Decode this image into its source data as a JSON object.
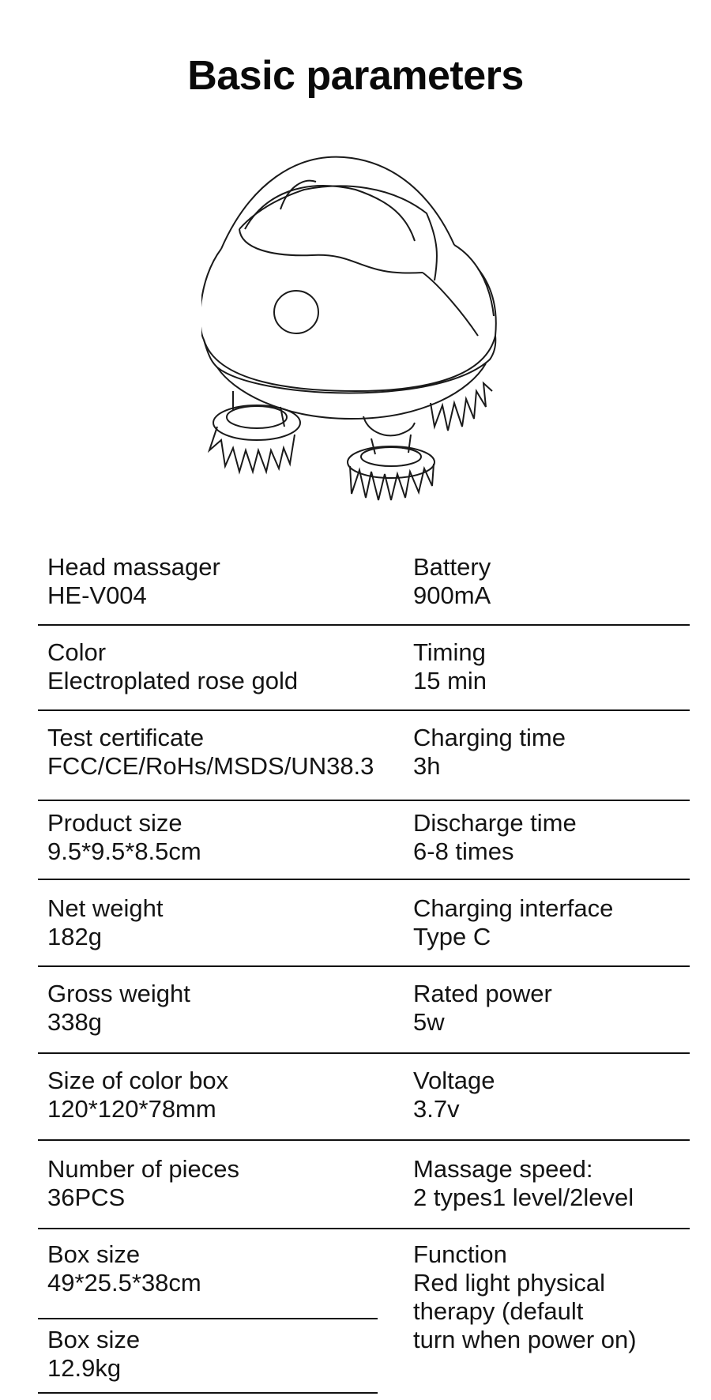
{
  "header": {
    "title": "Basic parameters"
  },
  "illustration": {
    "icon": "head-massager-line-drawing-icon"
  },
  "specs": {
    "left": [
      {
        "label": "Head massager",
        "value": "HE-V004"
      },
      {
        "label": "Color",
        "value": "Electroplated rose gold"
      },
      {
        "label": "Test certificate",
        "value": "FCC/CE/RoHs/MSDS/UN38.3"
      },
      {
        "label": "Product size",
        "value": "9.5*9.5*8.5cm"
      },
      {
        "label": "Net weight",
        "value": "182g"
      },
      {
        "label": "Gross weight",
        "value": "338g"
      },
      {
        "label": "Size of color box",
        "value": "120*120*78mm"
      },
      {
        "label": "Number of pieces",
        "value": "36PCS"
      },
      {
        "label": "Box size",
        "value": "49*25.5*38cm"
      },
      {
        "label": "Box size",
        "value": "12.9kg"
      }
    ],
    "right": [
      {
        "label": "Battery",
        "value": "900mA"
      },
      {
        "label": "Timing",
        "value": "15 min"
      },
      {
        "label": "Charging time",
        "value": "3h"
      },
      {
        "label": "Discharge time",
        "value": "6-8 times"
      },
      {
        "label": "Charging interface",
        "value": "Type C"
      },
      {
        "label": "Rated power",
        "value": "5w"
      },
      {
        "label": "Voltage",
        "value": "3.7v"
      },
      {
        "label": "Massage speed:",
        "value": "2 types1 level/2level"
      },
      {
        "label": "Function",
        "value_lines": [
          "Red light physical",
          "therapy (default",
          "turn when power on)"
        ]
      }
    ]
  }
}
